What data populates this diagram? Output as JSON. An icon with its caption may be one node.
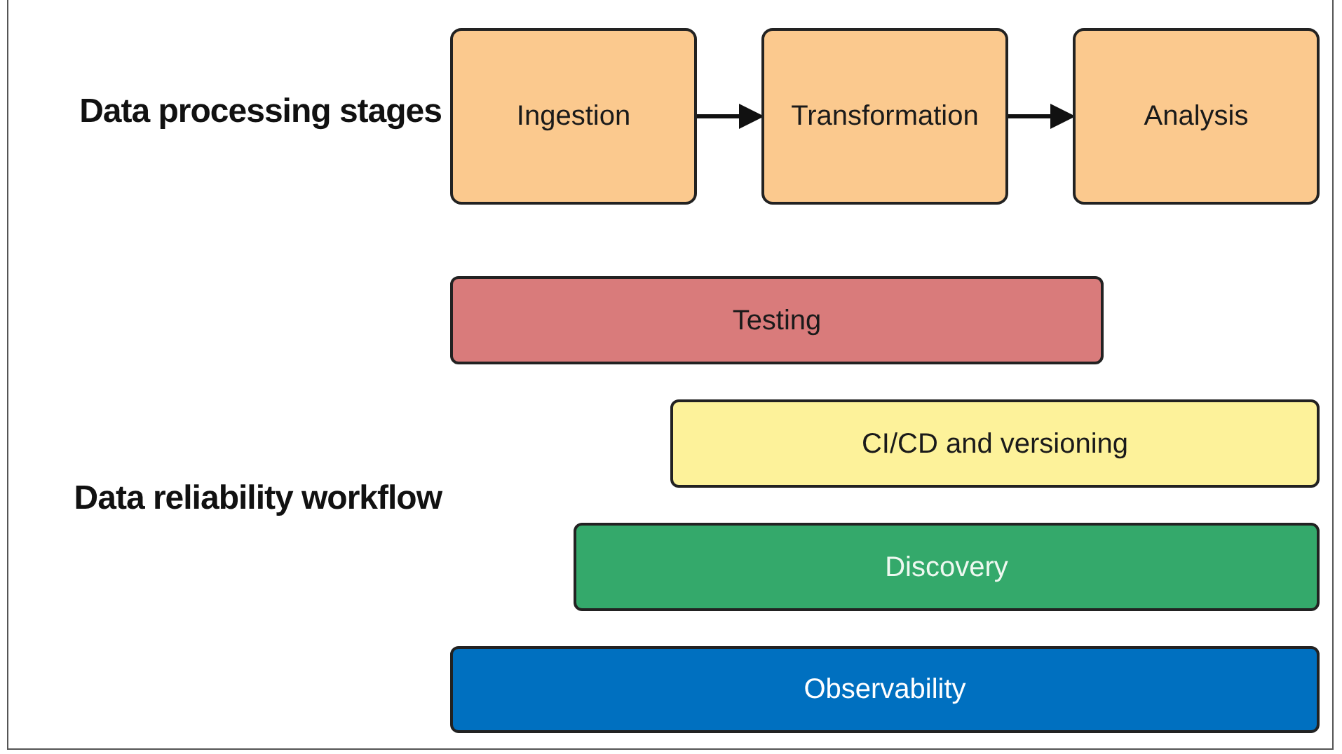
{
  "diagram": {
    "nodes": [
      {
        "text": [
          "Ingestion"
        ]
      },
      {
        "text": [
          "Transformation"
        ]
      },
      {
        "text": [
          "Analysis"
        ]
      },
      {
        "text": [
          "Testing"
        ]
      },
      {
        "text": [
          "CI/CD and versioning"
        ]
      },
      {
        "text": [
          "Discovery"
        ]
      },
      {
        "text": [
          "Observability"
        ]
      }
    ],
    "edges": [
      {
        "from": 0,
        "to": 1,
        "arrow": "to"
      },
      {
        "from": 1,
        "to": 2,
        "arrow": "to"
      }
    ],
    "labels": [
      "Data processing stages",
      "Data reliability workflow"
    ]
  }
}
